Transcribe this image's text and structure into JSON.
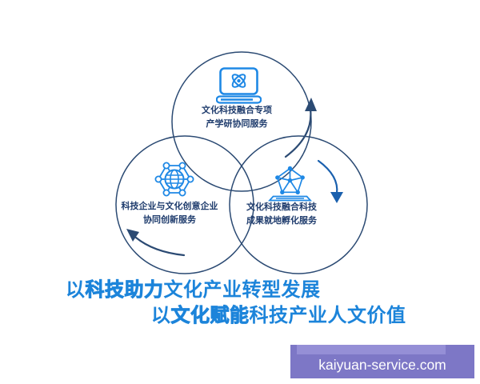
{
  "diagram": {
    "circles": [
      {
        "position": "top",
        "icon": "book-atom-icon",
        "label_line1": "文化科技融合专项",
        "label_line2": "产学研协同服务"
      },
      {
        "position": "left",
        "icon": "globe-network-icon",
        "label_line1": "科技企业与文化创意企业",
        "label_line2": "协同创新服务"
      },
      {
        "position": "right",
        "icon": "incubation-network-icon",
        "label_line1": "文化科技融合科技",
        "label_line2": "成果就地孵化服务"
      }
    ]
  },
  "slogan": {
    "l1a": "以",
    "l1b": "科技助力",
    "l1c": "文化产业转型发展",
    "l2a": "以",
    "l2b": "文化赋能",
    "l2c": "科技产业人文价值"
  },
  "watermark": {
    "text": "kaiyuan-service.com"
  },
  "colors": {
    "accent": "#1e88e5",
    "ring": "#2b4a73",
    "label": "#1f3c6d",
    "slogan": "#1c84da",
    "arrow-blue": "#1a60ae",
    "wm-bg": "#7d77c6",
    "wm-light": "#958fd6",
    "wm-text": "#ffffff"
  }
}
